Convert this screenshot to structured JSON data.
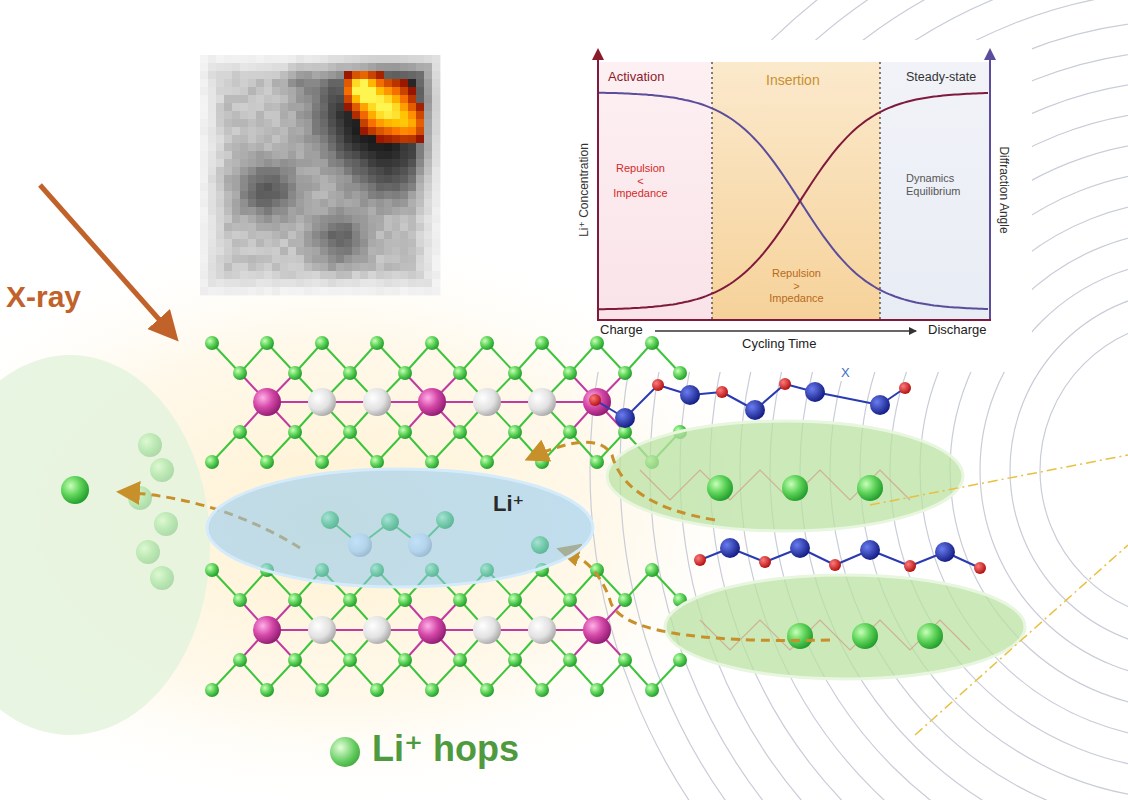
{
  "diagram": {
    "nodes": [
      {
        "text": [
          "Activation",
          "Repulsion < Impedance"
        ]
      },
      {
        "text": [
          "Insertion",
          "Repulsion > Impedance"
        ]
      },
      {
        "text": [
          "Steady-state",
          "Dynamics Equilibrium"
        ]
      },
      {
        "text": [
          "Li⁺"
        ]
      }
    ],
    "labels": [
      "X-ray",
      "Li⁺ Concentration",
      "Diffraction Angle",
      "Charge",
      "Cycling Time",
      "Discharge",
      "X"
    ],
    "legend": [
      {
        "text": "Li⁺ hops",
        "color": "#5ec95a"
      }
    ]
  }
}
